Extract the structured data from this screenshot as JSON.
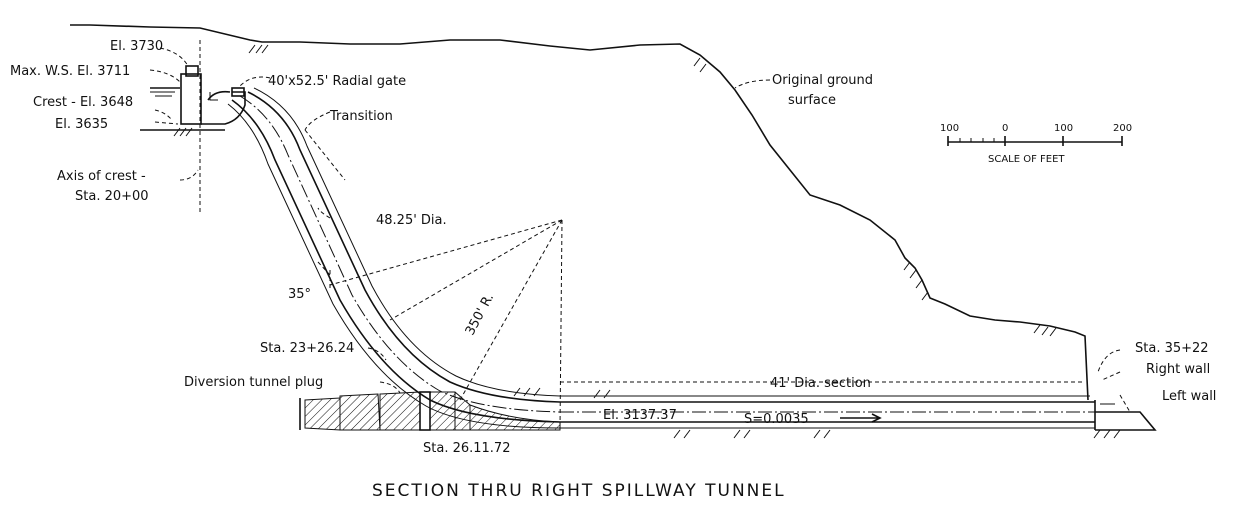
{
  "title": "SECTION THRU RIGHT SPILLWAY TUNNEL",
  "labels": {
    "el_3730": "El. 3730",
    "max_ws": "Max. W.S. El. 3711",
    "crest": "Crest - El. 3648",
    "el_3635": "El. 3635",
    "axis_crest_1": "Axis of crest -",
    "axis_crest_2": "Sta. 20+00",
    "radial_gate": "40'x52.5' Radial gate",
    "transition": "Transition",
    "original_ground_1": "Original ground",
    "original_ground_2": "surface",
    "dia_48": "48.25' Dia.",
    "angle_35": "35°",
    "radius_350": "350' R.",
    "sta_23": "Sta. 23+26.24",
    "diversion_plug": "Diversion tunnel plug",
    "dia_41_section": "41' Dia. section",
    "el_3137": "El. 3137.37",
    "slope": "S=0.0035",
    "sta_26": "Sta. 26.11.72",
    "sta_35": "Sta. 35+22",
    "right_wall": "Right wall",
    "left_wall": "Left wall"
  },
  "scale": {
    "title": "SCALE OF FEET",
    "ticks": [
      "100",
      "0",
      "100",
      "200"
    ]
  }
}
